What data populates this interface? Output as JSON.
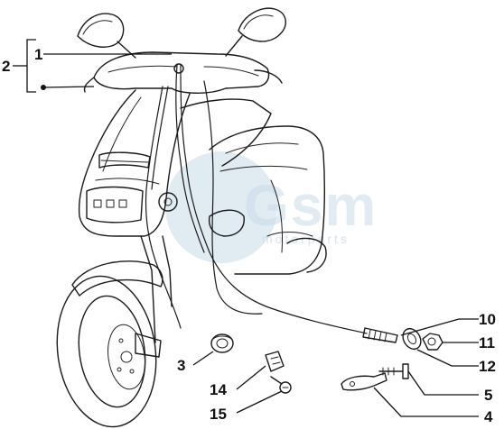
{
  "callouts": {
    "c1": "1",
    "c2": "2",
    "c3": "3",
    "c4": "4",
    "c5": "5",
    "c10": "10",
    "c11": "11",
    "c12": "12",
    "c14": "14",
    "c15": "15"
  },
  "watermark": {
    "text": "Gsm",
    "subtext": "motorparts"
  }
}
